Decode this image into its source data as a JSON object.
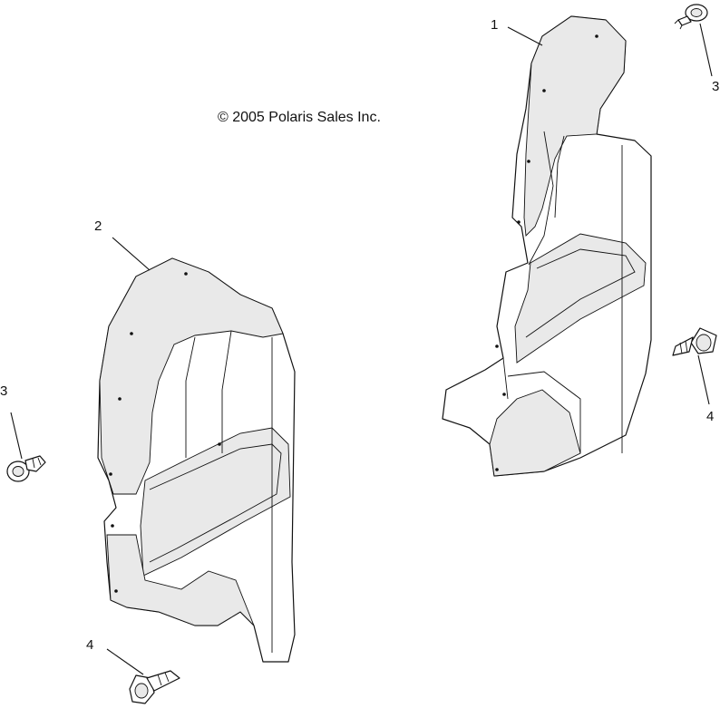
{
  "copyright": "© 2005 Polaris Sales Inc.",
  "callouts": {
    "c1": "1",
    "c2": "2",
    "c3_right": "3",
    "c3_left": "3",
    "c4_right": "4",
    "c4_left": "4"
  }
}
